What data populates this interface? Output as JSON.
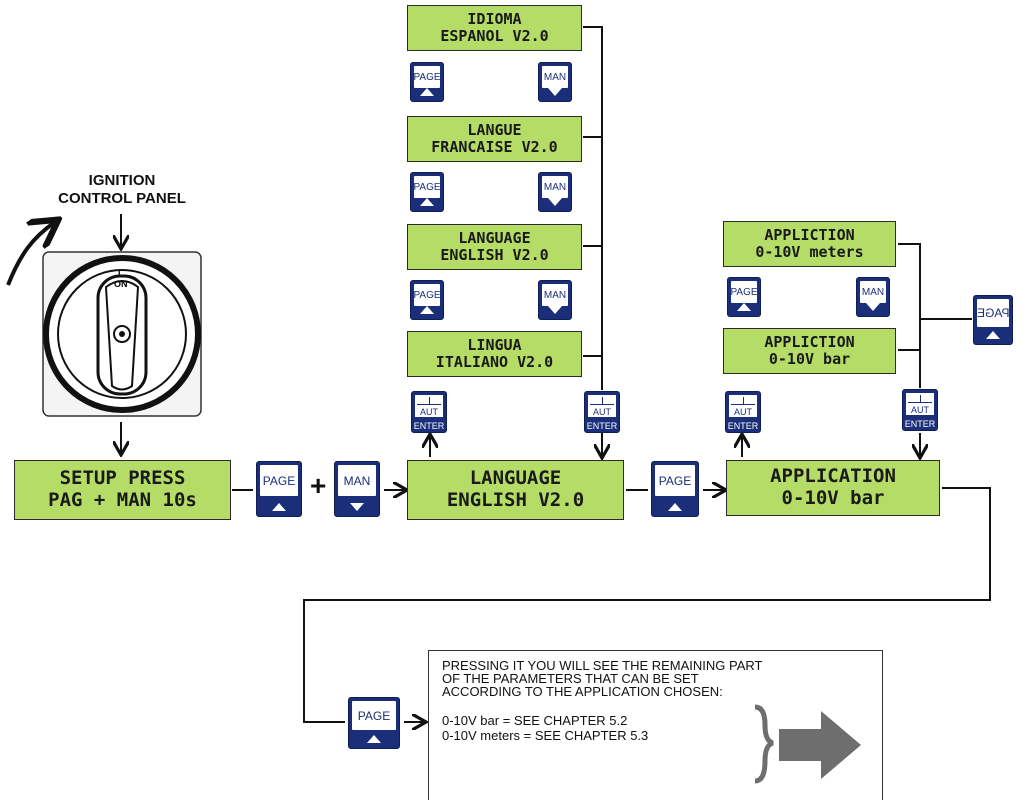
{
  "panel": {
    "title_line1": "IGNITION",
    "title_line2": "CONTROL PANEL",
    "switch_on_label": "ON",
    "switch_i_label": "I"
  },
  "lcd": {
    "setup": [
      "SETUP PRESS",
      "PAG + MAN  10s"
    ],
    "idioma": [
      "IDIOMA",
      "ESPANOL V2.0"
    ],
    "langue": [
      "LANGUE",
      "FRANCAISE V2.0"
    ],
    "language_top": [
      "LANGUAGE",
      "ENGLISH V2.0"
    ],
    "lingua": [
      "LINGUA",
      "ITALIANO V2.0"
    ],
    "language_main": [
      "LANGUAGE",
      "ENGLISH V2.0"
    ],
    "applic_meters": [
      "APPLICTION",
      "0-10V meters"
    ],
    "applic_bar": [
      "APPLICTION",
      "0-10V bar"
    ],
    "application_main": [
      "APPLICATION",
      "0-10V bar"
    ]
  },
  "buttons": {
    "page": "PAGE",
    "man": "MAN",
    "aut": "AUT",
    "enter": "ENTER",
    "plus": "+"
  },
  "note": {
    "line1": "PRESSING IT YOU WILL SEE THE REMAINING PART",
    "line2": "OF THE PARAMETERS THAT CAN BE SET",
    "line3": "ACCORDING TO THE APPLICATION CHOSEN:",
    "line4": "0-10V bar = SEE CHAPTER 5.2",
    "line5": "0-10V meters = SEE CHAPTER 5.3"
  },
  "colors": {
    "lcd": "#b5dc66",
    "button": "#1a2e7a",
    "arrow_gray": "#6e6e6e"
  }
}
